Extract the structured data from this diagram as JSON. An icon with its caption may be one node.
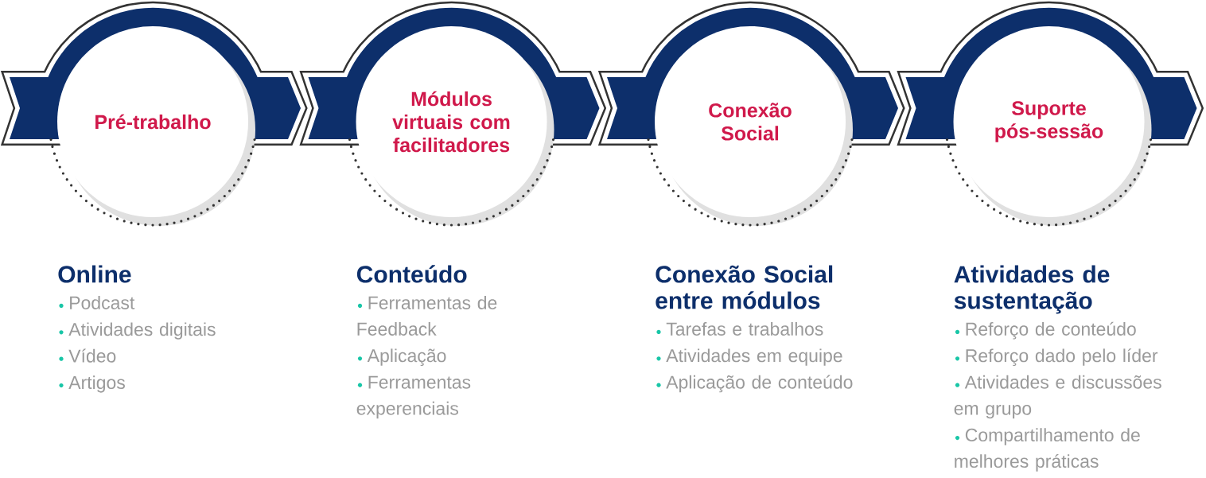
{
  "diagram": {
    "nodes": [
      {
        "text": [
          "Pré-trabalho"
        ],
        "beside": [
          "Online",
          "Podcast",
          "Atividades digitais",
          "Vídeo",
          "Artigos"
        ]
      },
      {
        "text": [
          "Módulos virtuais com facilitadores"
        ],
        "beside": [
          "Conteúdo",
          "Ferramentas de Feedback",
          "Aplicação",
          "Ferramentas experenciais"
        ]
      },
      {
        "text": [
          "Conexão Social"
        ],
        "beside": [
          "Conexão Social entre módulos",
          "Tarefas e trabalhos",
          "Atividades em equipe",
          "Aplicação de conteúdo"
        ]
      },
      {
        "text": [
          "Suporte pós-sessão"
        ],
        "beside": [
          "Atividades de sustentação",
          "Reforço de conteúdo",
          "Reforço dado pelo líder",
          "Atividades e discussões em grupo",
          "Compartilhamento de melhores práticas"
        ]
      }
    ]
  }
}
